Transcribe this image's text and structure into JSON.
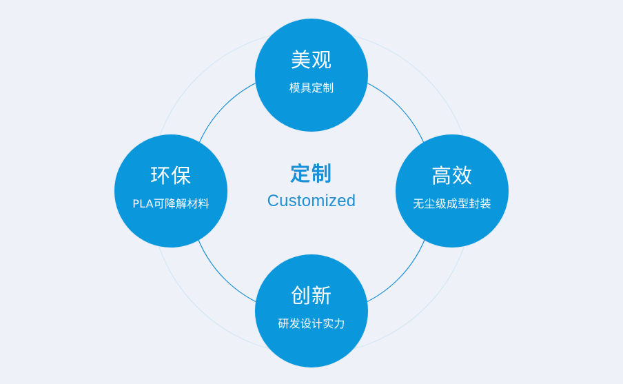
{
  "center": {
    "title": "定制",
    "subtitle": "Customized"
  },
  "nodes": {
    "top": {
      "title": "美观",
      "desc": "模具定制"
    },
    "right": {
      "title": "高效",
      "desc": "无尘级成型封装"
    },
    "bottom": {
      "title": "创新",
      "desc": "研发设计实力"
    },
    "left": {
      "title": "环保",
      "desc": "PLA可降解材料"
    }
  },
  "colors": {
    "background": "#eef1f8",
    "node_fill": "#0b97dc",
    "inner_ring": "#1a8fd6",
    "outer_ring": "#d4e7f4",
    "accent_text": "#1a8fd6",
    "node_text": "#ffffff"
  }
}
